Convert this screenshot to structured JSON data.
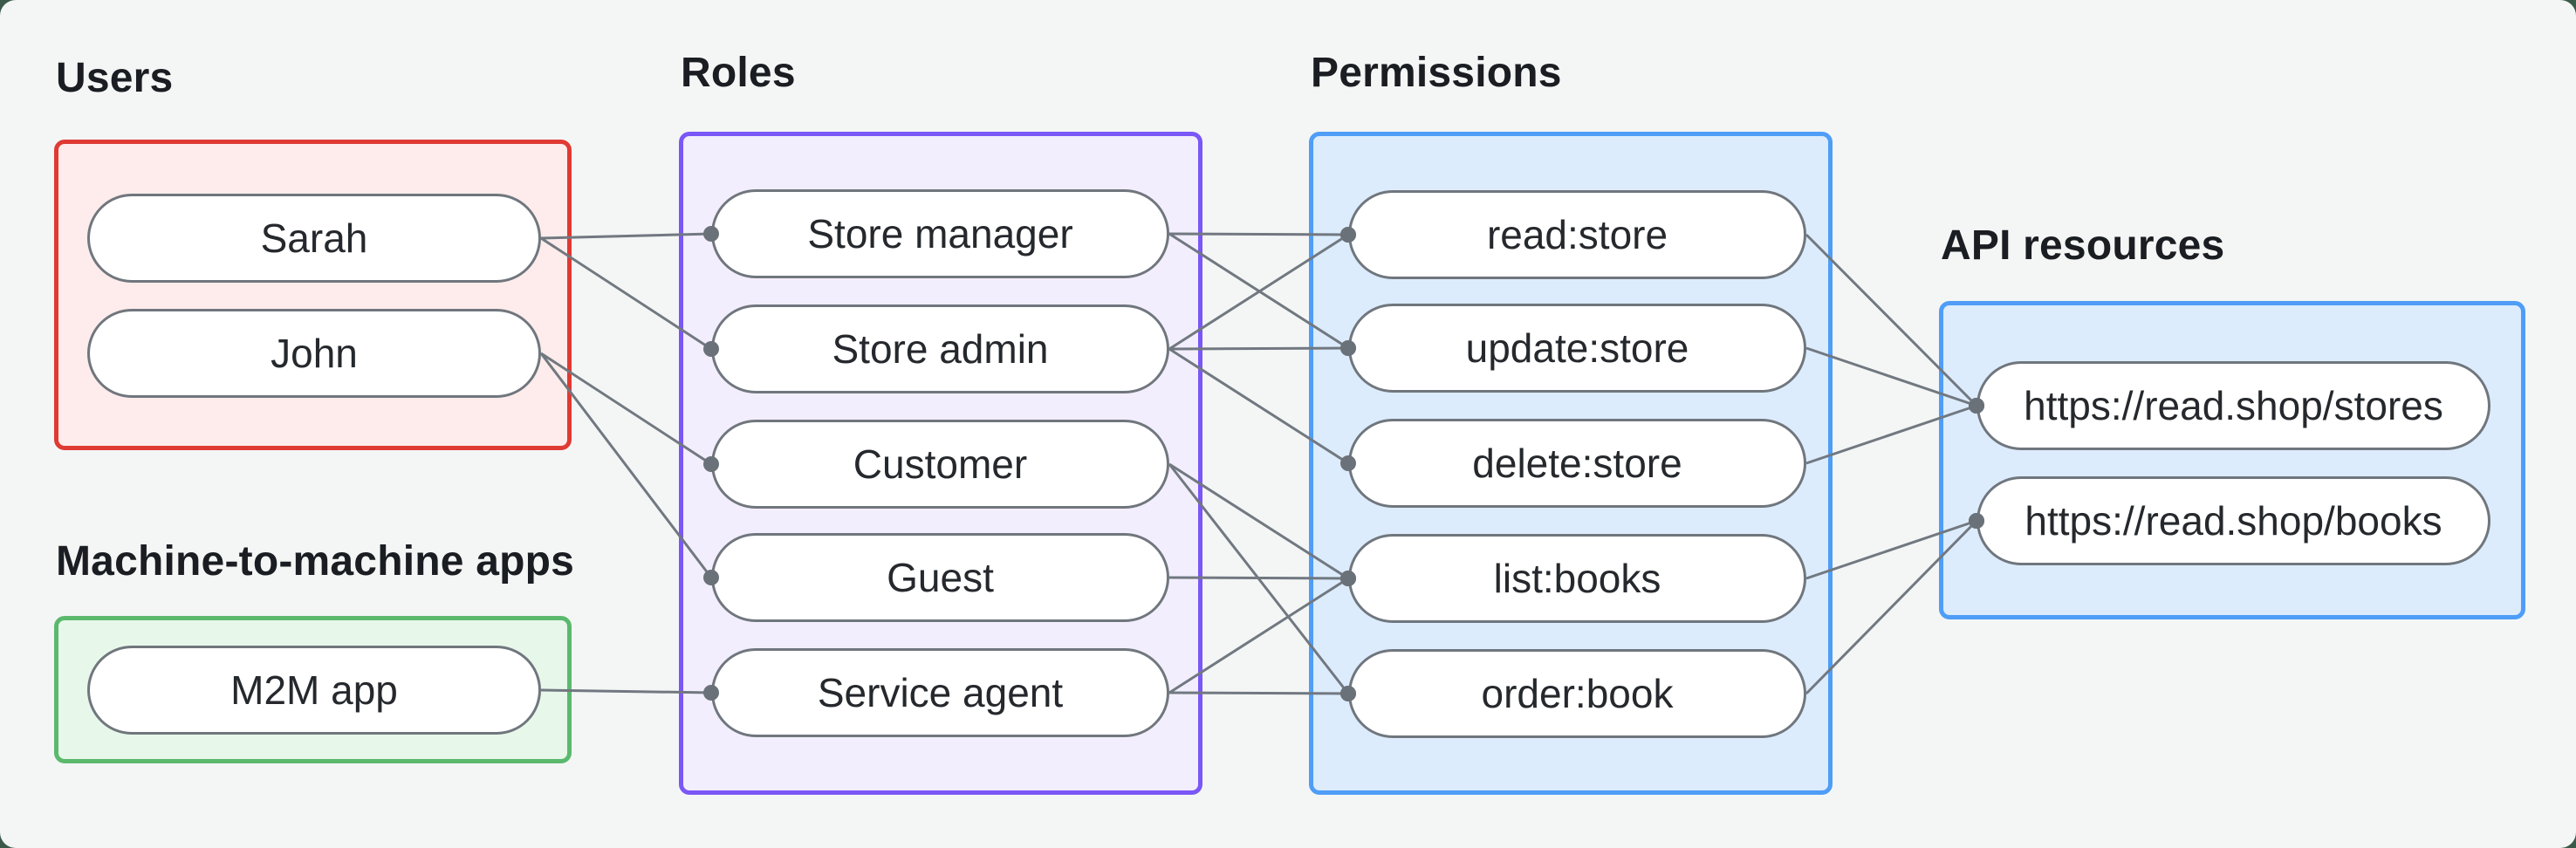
{
  "styles": {
    "page_background": "#3c5a4a",
    "canvas_background": "#f4f6f5",
    "edge_color": "#717880",
    "edge_dot_color": "#6b7178",
    "node_border_color": "#70767d",
    "node_fill": "#ffffff",
    "label_color": "#1a1d21"
  },
  "groups": {
    "users": {
      "label": "Users",
      "border_color": "#df3a33",
      "fill_color": "#fdeceb",
      "nodes": [
        {
          "id": "sarah",
          "label": "Sarah"
        },
        {
          "id": "john",
          "label": "John"
        }
      ]
    },
    "m2m": {
      "label": "Machine-to-machine apps",
      "border_color": "#5bb96d",
      "fill_color": "#e7f7ea",
      "nodes": [
        {
          "id": "m2m-app",
          "label": "M2M app"
        }
      ]
    },
    "roles": {
      "label": "Roles",
      "border_color": "#7a57f6",
      "fill_color": "#f3eefd",
      "nodes": [
        {
          "id": "store-manager",
          "label": "Store manager"
        },
        {
          "id": "store-admin",
          "label": "Store admin"
        },
        {
          "id": "customer",
          "label": "Customer"
        },
        {
          "id": "guest",
          "label": "Guest"
        },
        {
          "id": "service-agent",
          "label": "Service agent"
        }
      ]
    },
    "permissions": {
      "label": "Permissions",
      "border_color": "#4f9df7",
      "fill_color": "#dcecfd",
      "nodes": [
        {
          "id": "read-store",
          "label": "read:store"
        },
        {
          "id": "update-store",
          "label": "update:store"
        },
        {
          "id": "delete-store",
          "label": "delete:store"
        },
        {
          "id": "list-books",
          "label": "list:books"
        },
        {
          "id": "order-book",
          "label": "order:book"
        }
      ]
    },
    "resources": {
      "label": "API resources",
      "border_color": "#4f9df7",
      "fill_color": "#dcecfd",
      "nodes": [
        {
          "id": "stores",
          "label": "https://read.shop/stores"
        },
        {
          "id": "books",
          "label": "https://read.shop/books"
        }
      ]
    }
  },
  "edges": [
    {
      "from": "sarah",
      "to": "store-manager"
    },
    {
      "from": "sarah",
      "to": "store-admin"
    },
    {
      "from": "john",
      "to": "customer"
    },
    {
      "from": "john",
      "to": "guest"
    },
    {
      "from": "m2m-app",
      "to": "service-agent"
    },
    {
      "from": "store-manager",
      "to": "read-store"
    },
    {
      "from": "store-manager",
      "to": "update-store"
    },
    {
      "from": "store-admin",
      "to": "read-store"
    },
    {
      "from": "store-admin",
      "to": "update-store"
    },
    {
      "from": "store-admin",
      "to": "delete-store"
    },
    {
      "from": "customer",
      "to": "list-books"
    },
    {
      "from": "customer",
      "to": "order-book"
    },
    {
      "from": "guest",
      "to": "list-books"
    },
    {
      "from": "service-agent",
      "to": "list-books"
    },
    {
      "from": "service-agent",
      "to": "order-book"
    },
    {
      "from": "read-store",
      "to": "stores"
    },
    {
      "from": "update-store",
      "to": "stores"
    },
    {
      "from": "delete-store",
      "to": "stores"
    },
    {
      "from": "list-books",
      "to": "books"
    },
    {
      "from": "order-book",
      "to": "books"
    }
  ]
}
